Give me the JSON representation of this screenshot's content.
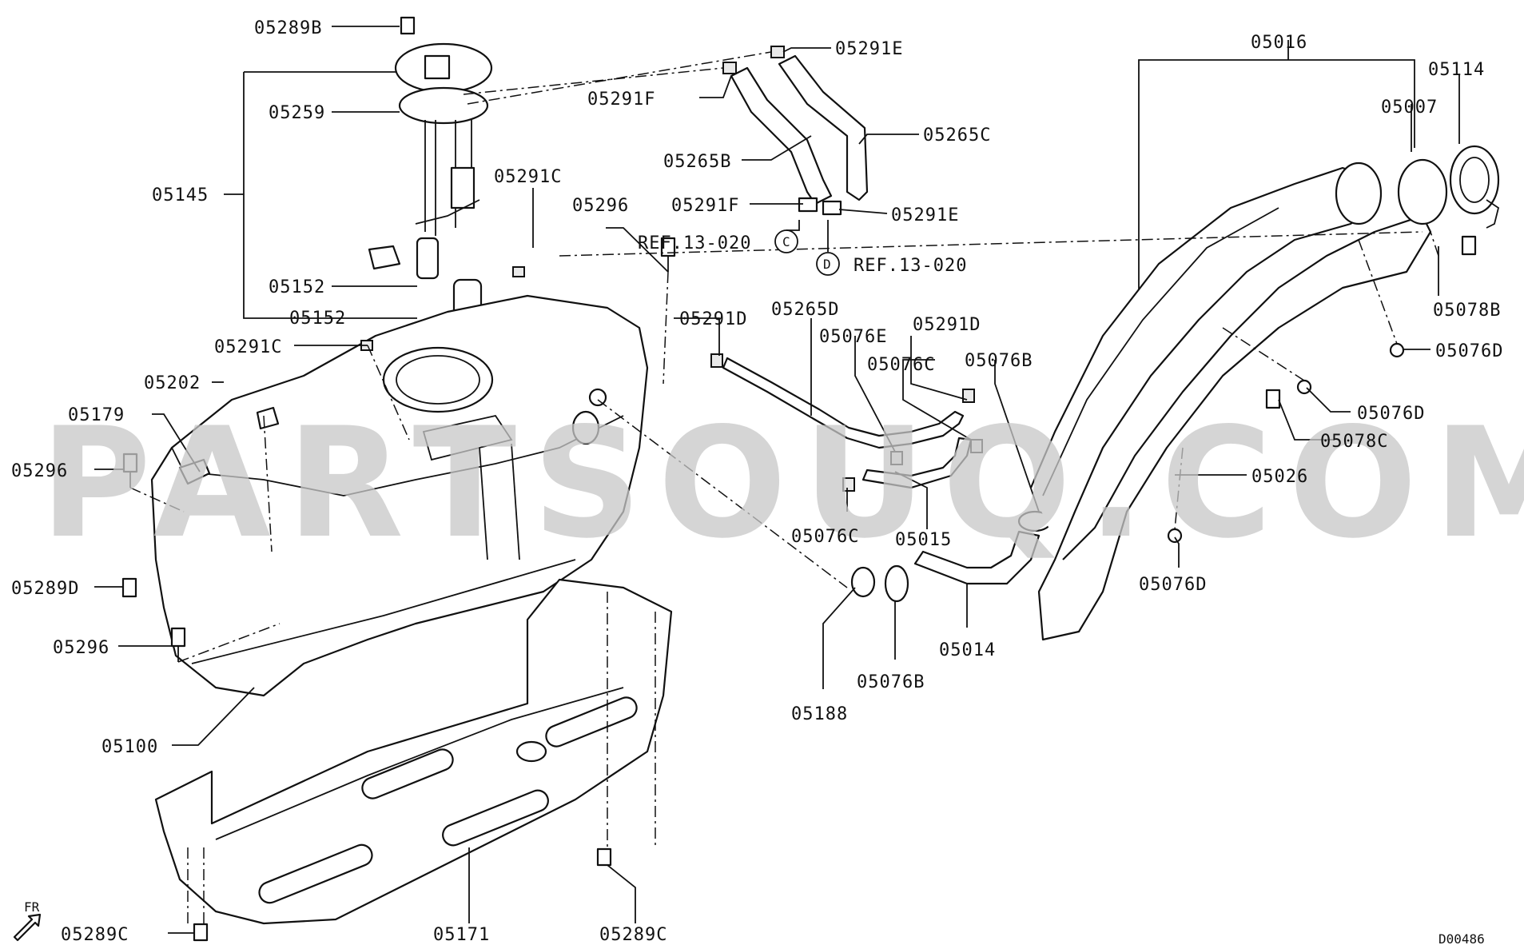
{
  "watermark": "PARTSOUQ.COM",
  "diagram_code": "D00486",
  "front_marker": "FR",
  "ref_c": "REF.13-020",
  "ref_d": "REF.13-020",
  "ref_c_letter": "C",
  "ref_d_letter": "D",
  "labels": {
    "l05289B": "05289B",
    "l05259": "05259",
    "l05145": "05145",
    "l05152a": "05152",
    "l05152b": "05152",
    "l05291C_top": "05291C",
    "l05296_top": "05296",
    "l05291C_mid": "05291C",
    "l05202": "05202",
    "l05179": "05179",
    "l05296_left": "05296",
    "l05289D": "05289D",
    "l05296_low": "05296",
    "l05100": "05100",
    "l05291F_a": "05291F",
    "l05291E_a": "05291E",
    "l05265B": "05265B",
    "l05265C": "05265C",
    "l05291F_b": "05291F",
    "l05291E_b": "05291E",
    "l05291D_a": "05291D",
    "l05265D": "05265D",
    "l05076E": "05076E",
    "l05291D_b": "05291D",
    "l05076C_a": "05076C",
    "l05076B_a": "05076B",
    "l05076C_b": "05076C",
    "l05015": "05015",
    "l05188": "05188",
    "l05076B_b": "05076B",
    "l05014": "05014",
    "l05171": "05171",
    "l05289C_a": "05289C",
    "l05289C_b": "05289C",
    "l05016": "05016",
    "l05114": "05114",
    "l05007": "05007",
    "l05078B": "05078B",
    "l05076D_a": "05076D",
    "l05076D_b": "05076D",
    "l05078C": "05078C",
    "l05026": "05026",
    "l05076D_c": "05076D"
  }
}
